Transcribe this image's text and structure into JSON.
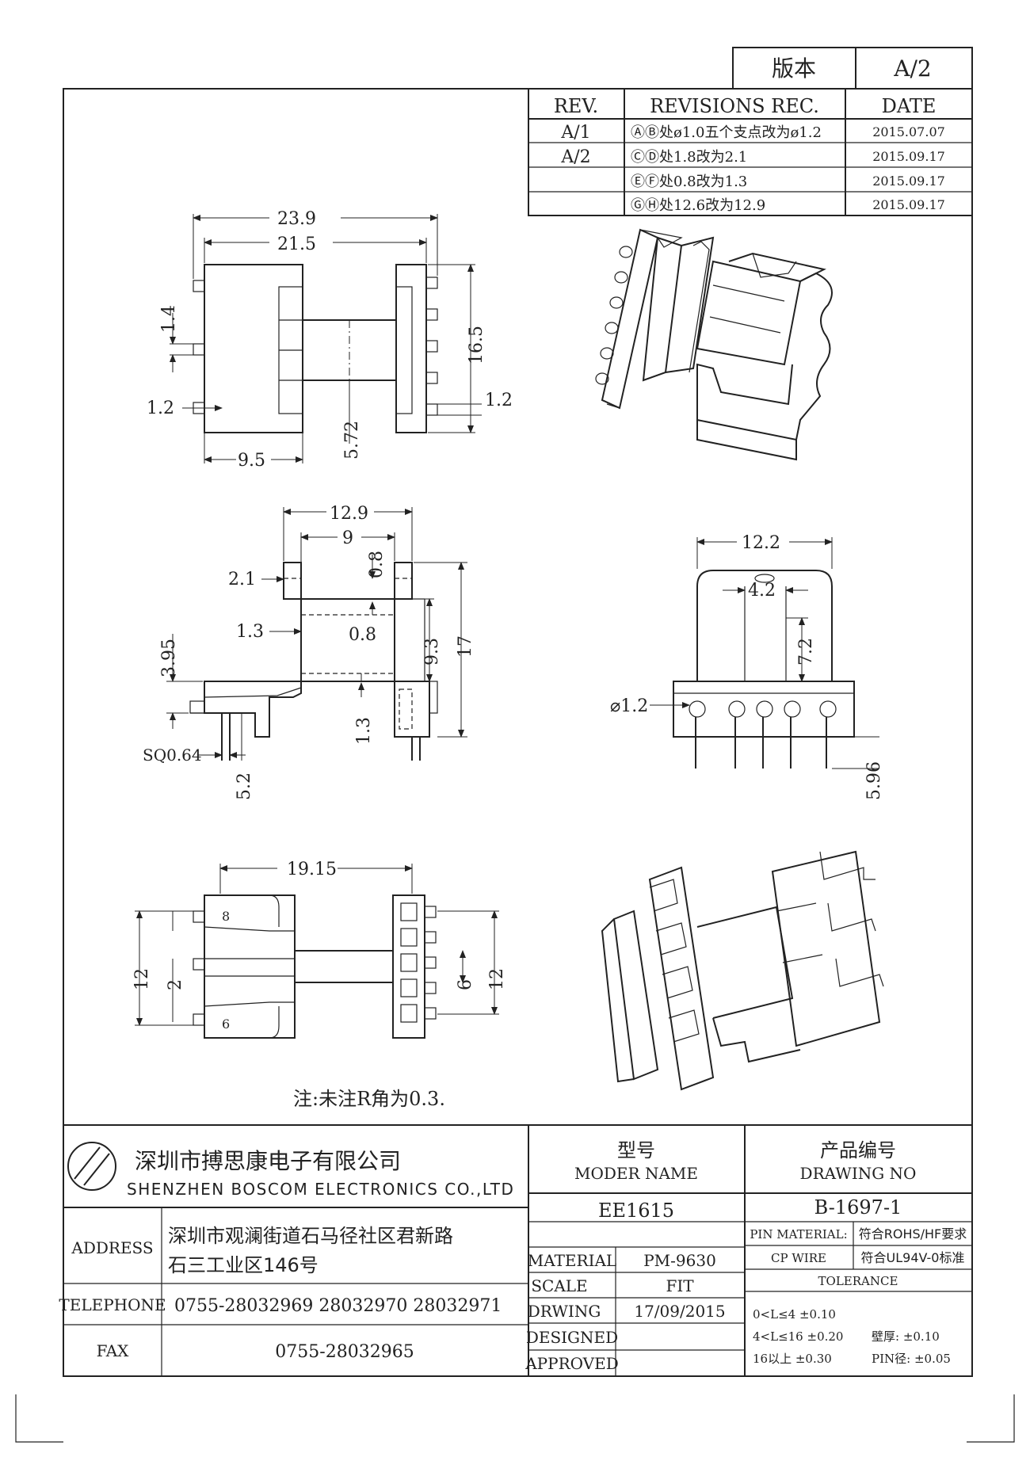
{
  "version": {
    "label": "版本",
    "value": "A/2"
  },
  "revisions": {
    "headers": [
      "REV.",
      "REVISIONS REC.",
      "DATE"
    ],
    "rows": [
      {
        "rev": "A/1",
        "rec": "ⒶⒷ处ø1.0五个支点改为ø1.2",
        "date": "2015.07.07"
      },
      {
        "rev": "A/2",
        "rec": "ⒸⒹ处1.8改为2.1",
        "date": "2015.09.17"
      },
      {
        "rev": "",
        "rec": "ⒺⒻ处0.8改为1.3",
        "date": "2015.09.17"
      },
      {
        "rev": "",
        "rec": "ⒼⒽ处12.6改为12.9",
        "date": "2015.09.17"
      }
    ]
  },
  "dimensions": {
    "top_view": {
      "a": "23.9",
      "b": "21.5",
      "c": "16.5",
      "d": "5.72",
      "pitch": "1.4",
      "pin_w": "1.2",
      "pin_w2": "1.2",
      "offset": "9.5"
    },
    "front_view": {
      "e": "12.9",
      "f": "9",
      "flange": "2.1",
      "wall": "1.3",
      "gap1": "0.8",
      "gap2": "0.8",
      "h_base": "3.95",
      "h_top": "9.3",
      "h_total": "17",
      "wall2": "1.3",
      "pin_sq": "SQ0.64",
      "pin_len": "5.2"
    },
    "side_view": {
      "width": "12.2",
      "slot": "4.2",
      "height": "7.2",
      "pin_dia": "⌀1.2",
      "pin_len": "5.96"
    },
    "bottom_view": {
      "m": "19.15",
      "n": "12",
      "o": "2",
      "p": "6",
      "q": "12",
      "pin_label_top": "8",
      "pin_label_bottom": "6"
    }
  },
  "note": "注:未注R角为0.3.",
  "company": {
    "name_cn": "深圳市搏思康电子有限公司",
    "name_en": "SHENZHEN BOSCOM ELECTRONICS CO.,LTD"
  },
  "model": {
    "label_cn": "型号",
    "label_en": "MODER NAME",
    "value": "EE1615"
  },
  "drawing_no": {
    "label_cn": "产品编号",
    "label_en": "DRAWING NO",
    "value": "B-1697-1"
  },
  "address": {
    "label": "ADDRESS",
    "line1": "深圳市观澜街道石马径社区君新路",
    "line2": "石三工业区146号"
  },
  "telephone": {
    "label": "TELEPHONE",
    "value": "0755-28032969 28032970 28032971"
  },
  "fax": {
    "label": "FAX",
    "value": "0755-28032965"
  },
  "material": {
    "label": "MATERIAL",
    "value": "PM-9630"
  },
  "scale": {
    "label": "SCALE",
    "value": "FIT"
  },
  "drwing": {
    "label": "DRWING",
    "value": "17/09/2015"
  },
  "designed": {
    "label": "DESIGNED",
    "value": ""
  },
  "approved": {
    "label": "APPROVED",
    "value": ""
  },
  "pin": {
    "material_label": "PIN MATERIAL:",
    "material_value": "符合ROHS/HF要求",
    "wire_label": "CP WIRE",
    "wire_value": "符合UL94V-0标准"
  },
  "tolerance": {
    "title": "TOLERANCE",
    "r1": "0<L≤4  ±0.10",
    "r2": "4<L≤16  ±0.20",
    "r3": "16以上    ±0.30",
    "wall": "壁厚:   ±0.10",
    "pin": "PIN径:  ±0.05"
  }
}
